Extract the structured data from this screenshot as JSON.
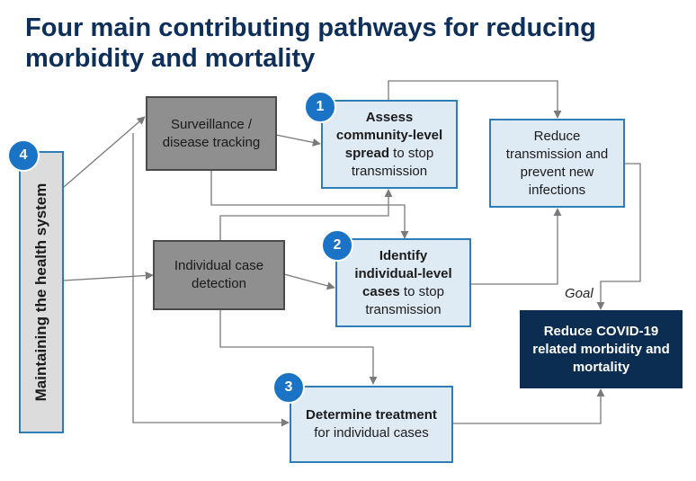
{
  "title": "Four main contributing pathways for reducing morbidity and mortality",
  "nodes": {
    "health_system": {
      "label": "Maintaining the health system",
      "badge": "4"
    },
    "surveillance": {
      "line1": "Surveillance /",
      "line2": "disease tracking"
    },
    "case_detection": {
      "line1": "Individual case",
      "line2": "detection"
    },
    "assess": {
      "badge": "1",
      "bold1": "Assess",
      "bold2": "community-level",
      "bold3": "spread",
      "rest3": " to stop",
      "line4": "transmission"
    },
    "identify": {
      "badge": "2",
      "bold1": "Identify",
      "bold2": "individual-level",
      "bold3": "cases",
      "rest3": " to stop",
      "line4": "transmission"
    },
    "treatment": {
      "badge": "3",
      "bold1": "Determine treatment",
      "line2": "for individual cases"
    },
    "reduce_transmission": {
      "line1": "Reduce",
      "line2": "transmission and",
      "line3": "prevent new",
      "line4": "infections"
    },
    "goal_box": {
      "line1": "Reduce COVID-19",
      "line2": "related morbidity and",
      "line3": "mortality"
    }
  },
  "goal_label": "Goal",
  "colors": {
    "title": "#0d2f5a",
    "badge": "#1a73c4",
    "goal_box": "#0b2d52",
    "border": "#2e7db5",
    "gray_box": "#8f8f8f"
  }
}
